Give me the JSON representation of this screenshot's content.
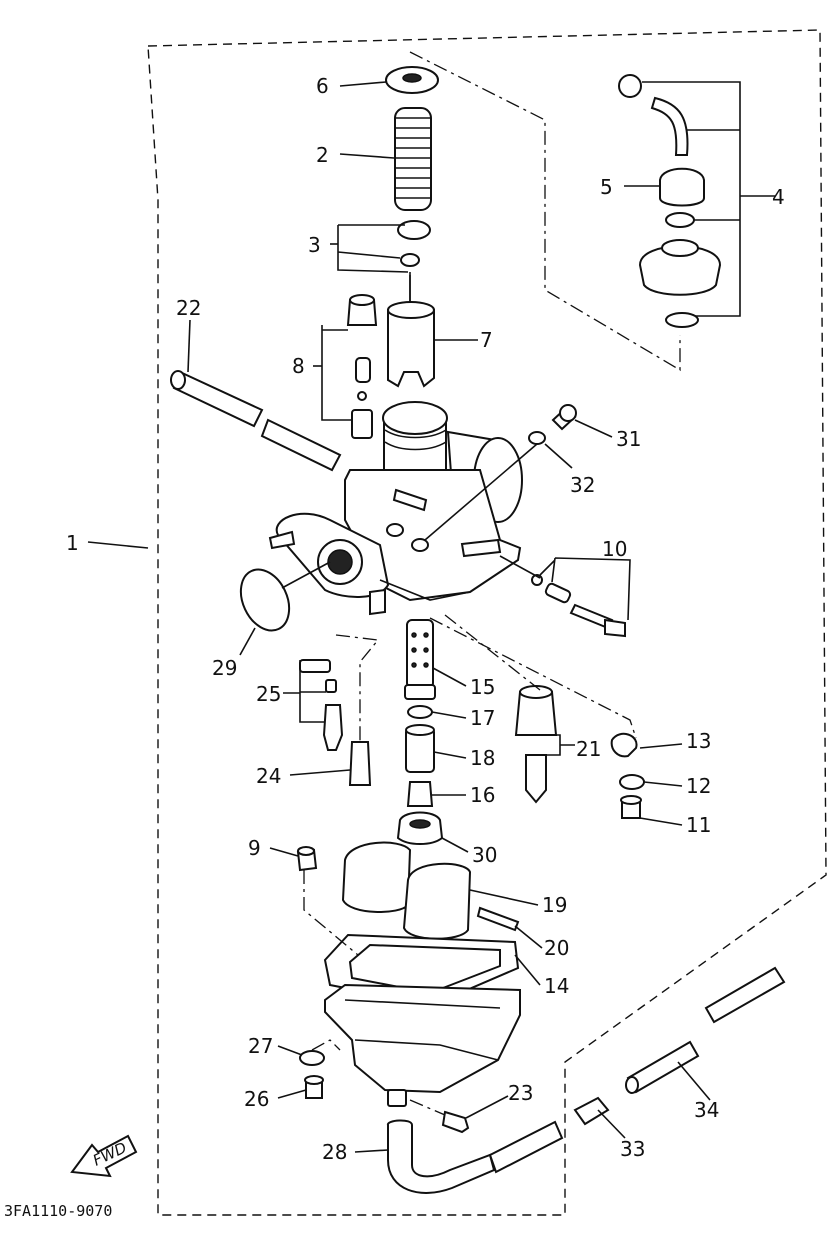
{
  "figure_code": "3FA1110-9070",
  "direction_label": "FWD",
  "callouts": [
    "1",
    "2",
    "3",
    "4",
    "5",
    "6",
    "7",
    "8",
    "9",
    "10",
    "11",
    "12",
    "13",
    "14",
    "15",
    "16",
    "17",
    "18",
    "19",
    "20",
    "21",
    "22",
    "23",
    "24",
    "25",
    "26",
    "27",
    "28",
    "29",
    "30",
    "31",
    "32",
    "33",
    "34"
  ]
}
